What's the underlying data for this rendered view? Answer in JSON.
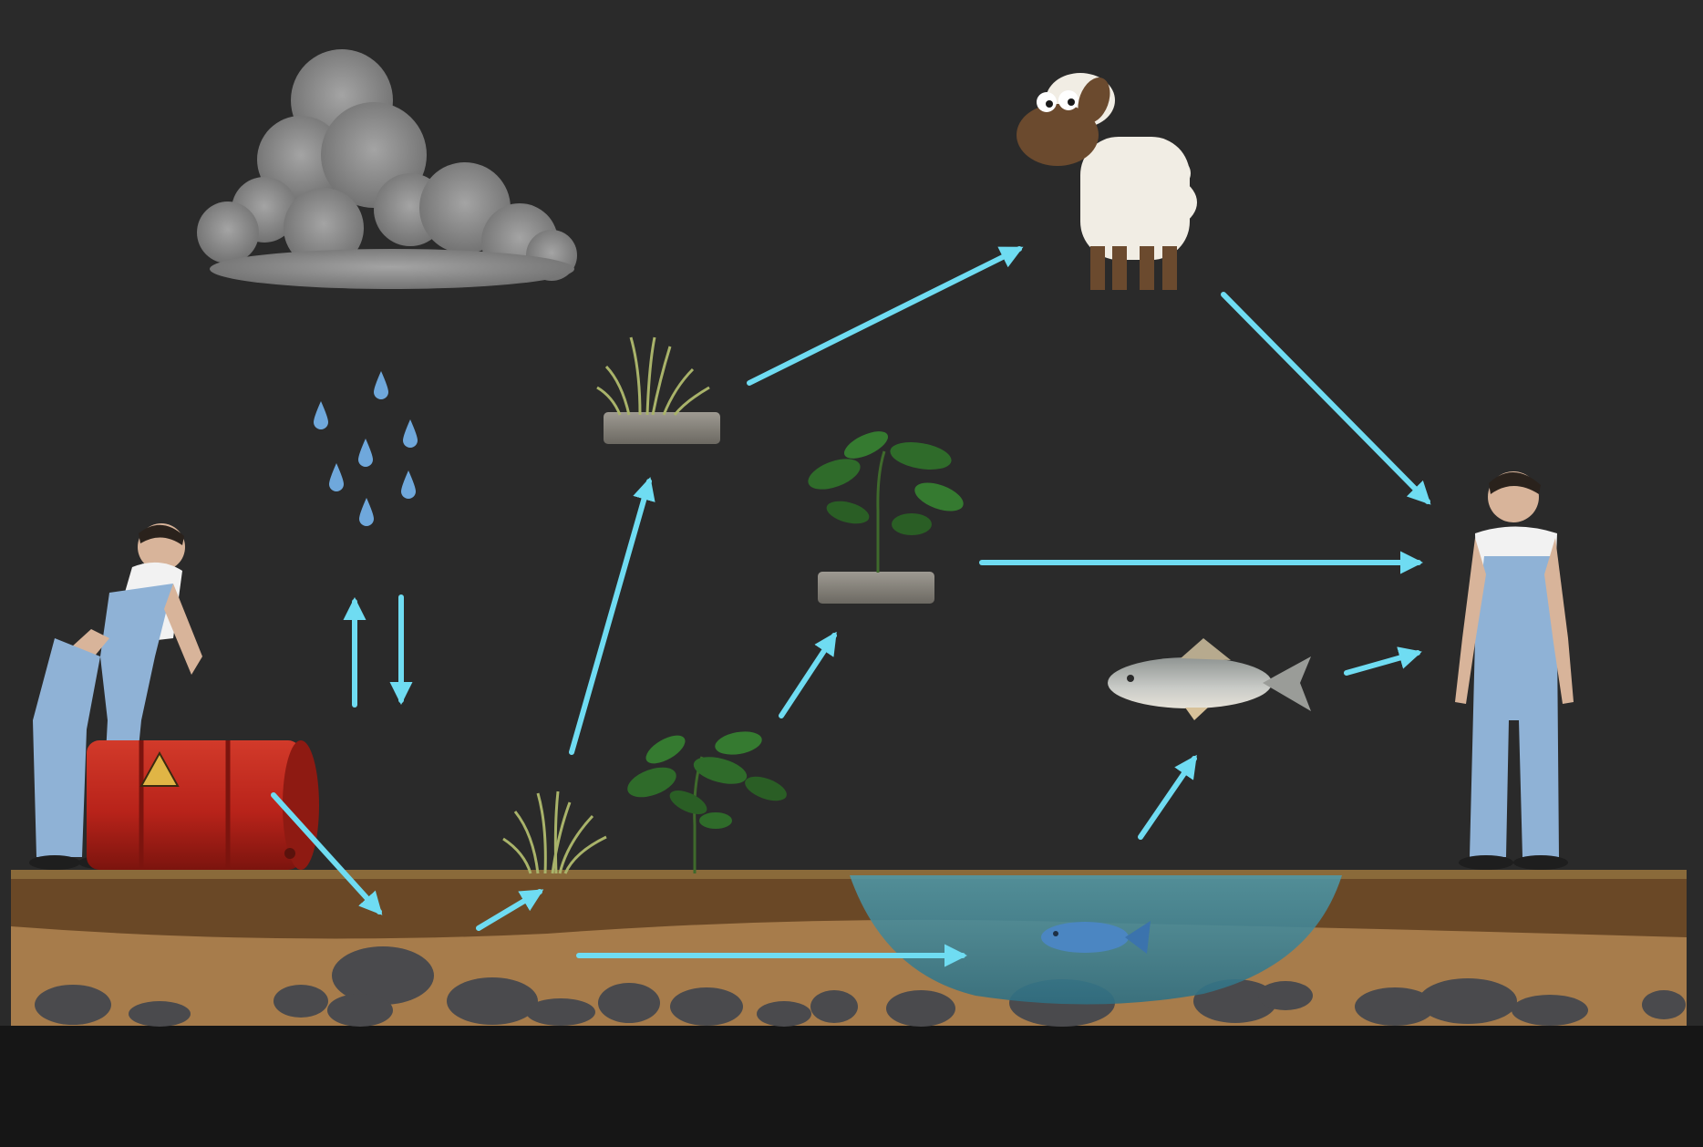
{
  "diagram": {
    "palette": {
      "background": "#2a2a2a",
      "bottom_band": "#161616",
      "arrow": "#6fdcf2",
      "topsoil": "#6a4826",
      "subsoil": "#a77c4b",
      "rock": "#4a4a4d",
      "water": "#3f8c9e",
      "drum": "#b8231a",
      "overalls": "#8fb2d6",
      "grass": "#a9b36a",
      "leaf": "#2f6b2a",
      "cloud": "#8a8a8a",
      "droplet": "#6fa8dc",
      "stone_base": "#8d8a82",
      "fish": "#a7aaa9",
      "wool": "#f1ede4",
      "sheep_face": "#6b4a2e"
    },
    "nodes": [
      {
        "id": "worker-with-drum",
        "icon": "person-icon"
      },
      {
        "id": "oil-drum",
        "icon": "hazard-drum-icon"
      },
      {
        "id": "cloud",
        "icon": "cloud-icon"
      },
      {
        "id": "rain",
        "icon": "raindrops-icon"
      },
      {
        "id": "soil-layer",
        "icon": "soil-icon"
      },
      {
        "id": "grass-in-soil",
        "icon": "grass-icon"
      },
      {
        "id": "plant-in-soil",
        "icon": "plant-icon"
      },
      {
        "id": "pond",
        "icon": "water-icon"
      },
      {
        "id": "fish-in-pond",
        "icon": "fish-icon"
      },
      {
        "id": "grass-on-stone",
        "icon": "grass-icon"
      },
      {
        "id": "plant-on-stone",
        "icon": "plant-icon"
      },
      {
        "id": "sheep",
        "icon": "sheep-icon"
      },
      {
        "id": "fish",
        "icon": "fish-icon"
      },
      {
        "id": "person-receiver",
        "icon": "person-icon"
      }
    ],
    "edges": [
      {
        "from": "oil-drum",
        "to": "soil-layer"
      },
      {
        "from": "soil-layer",
        "to": "grass-in-soil"
      },
      {
        "from": "soil-layer",
        "to": "pond"
      },
      {
        "from": "grass-in-soil",
        "to": "grass-on-stone"
      },
      {
        "from": "plant-in-soil",
        "to": "plant-on-stone"
      },
      {
        "from": "pond",
        "to": "fish"
      },
      {
        "from": "grass-on-stone",
        "to": "sheep"
      },
      {
        "from": "sheep",
        "to": "person-receiver"
      },
      {
        "from": "plant-on-stone",
        "to": "person-receiver"
      },
      {
        "from": "fish",
        "to": "person-receiver"
      },
      {
        "from": "soil-layer",
        "to": "rain",
        "direction": "up"
      },
      {
        "from": "rain",
        "to": "soil-layer",
        "direction": "down"
      }
    ]
  }
}
